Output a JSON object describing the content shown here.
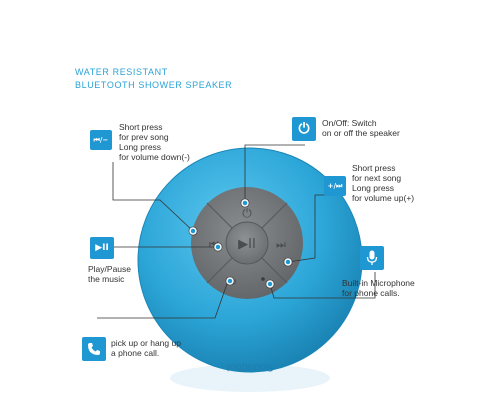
{
  "title": {
    "line1": "WATER RESISTANT",
    "line2": "BLUETOOTH SHOWER SPEAKER"
  },
  "callouts": {
    "prev": {
      "icon_text": "⏮/−",
      "lines": [
        "Short press",
        "for prev song",
        "Long press",
        "for volume down(-)"
      ]
    },
    "power": {
      "lines": [
        "On/Off: Switch",
        "on or off the speaker"
      ]
    },
    "next": {
      "icon_text": "+/⏭",
      "lines": [
        "Short press",
        "for next song",
        "Long press",
        "for volume up(+)"
      ]
    },
    "play": {
      "icon_text": "▶II",
      "lines": [
        "Play/Pause",
        "the music"
      ]
    },
    "mic": {
      "lines": [
        "Built-in Microphone",
        "for phone calls."
      ]
    },
    "phone": {
      "lines": [
        "pick up or hang up",
        "a phone call."
      ]
    }
  },
  "speaker": {
    "body_color": "#2ca6d8",
    "pad_color": "#7a7d80",
    "accent_color": "#1e97d3",
    "bottom_text": "Soundbot"
  }
}
